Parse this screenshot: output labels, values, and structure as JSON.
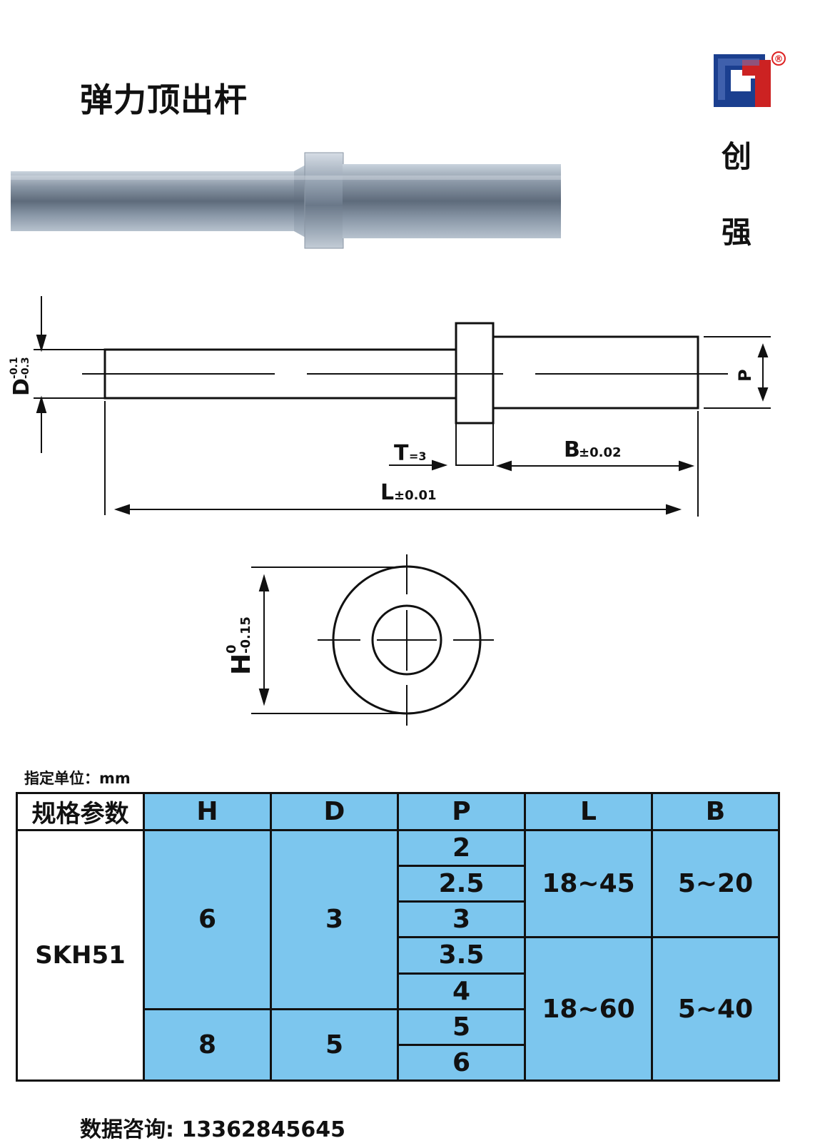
{
  "title": "弹力顶出杆",
  "brand": {
    "logo": "cq-logo-icon",
    "registered_mark": "®",
    "name_char1": "创",
    "name_char2": "强",
    "colors": {
      "blue": "#1b3f8f",
      "red": "#cc2222"
    }
  },
  "drawing": {
    "d_label": "D",
    "d_tol_upper": "-0.1",
    "d_tol_lower": "-0.3",
    "p_label": "P",
    "t_label": "T",
    "t_value": "=3",
    "b_label": "B",
    "b_tol": "±0.02",
    "l_label": "L",
    "l_tol": "±0.01",
    "h_label": "H",
    "h_tol_upper": "0",
    "h_tol_lower": "-0.15"
  },
  "unit_note": "指定单位：mm",
  "table": {
    "corner_header": "规格参数",
    "headers": [
      "H",
      "D",
      "P",
      "L",
      "B"
    ],
    "material": "SKH51",
    "h_values": [
      "6",
      "8"
    ],
    "d_values": [
      "3",
      "5"
    ],
    "p_values": [
      "2",
      "2.5",
      "3",
      "3.5",
      "4",
      "5",
      "6"
    ],
    "l_values": [
      "18~45",
      "18~60"
    ],
    "b_values": [
      "5~20",
      "5~40"
    ]
  },
  "contact": "数据咨询: 13362845645",
  "colors": {
    "table_fill": "#7cc6ee",
    "line": "#111111"
  }
}
